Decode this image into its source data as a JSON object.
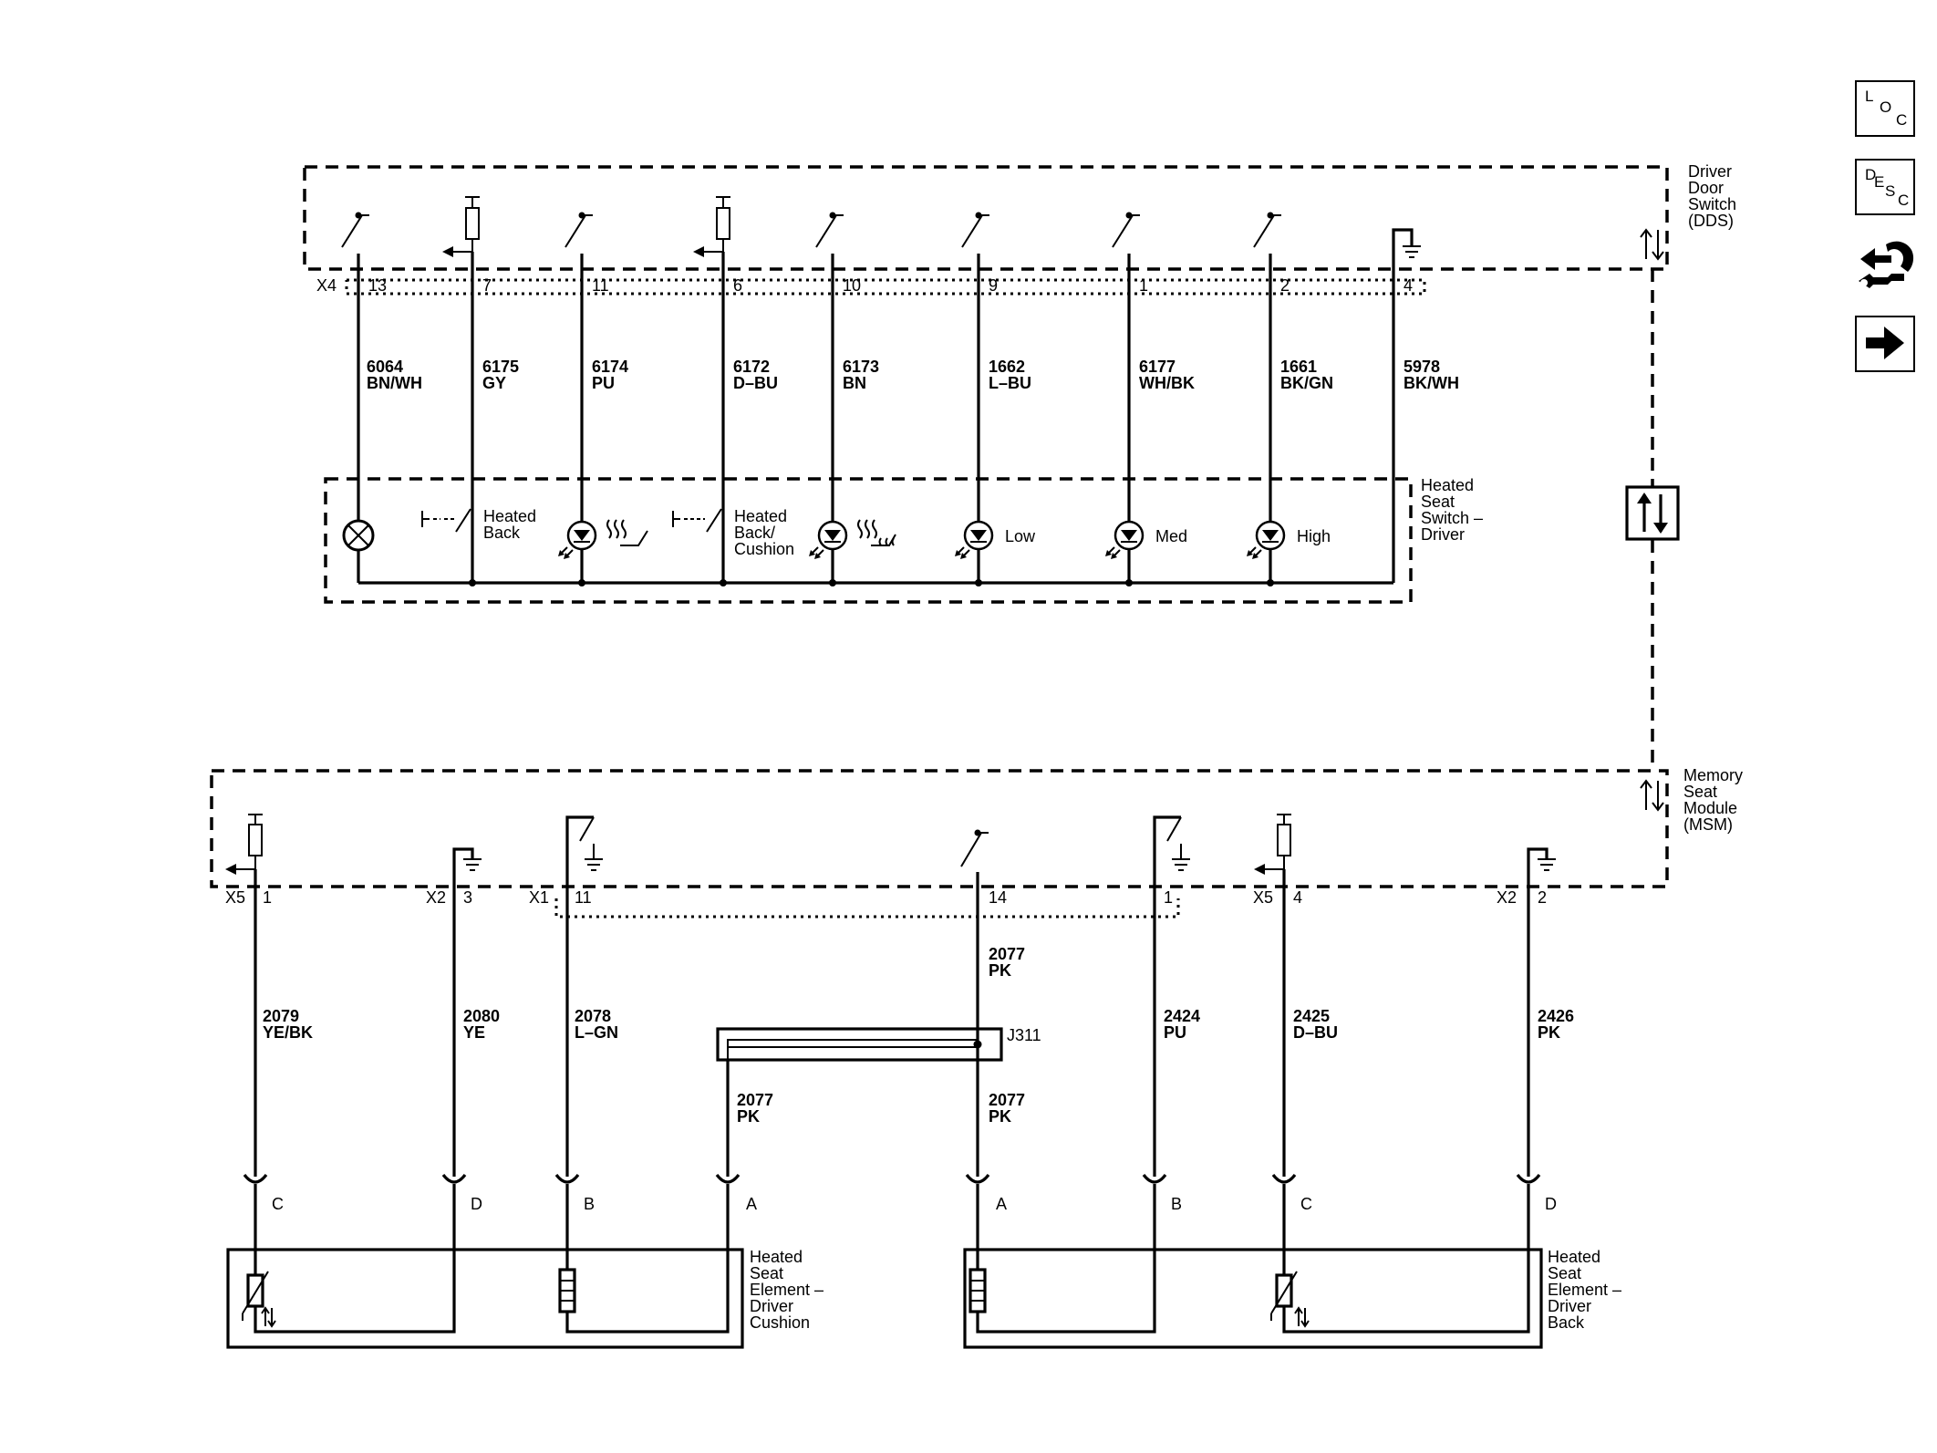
{
  "components": {
    "dds": [
      "Driver",
      "Door",
      "Switch",
      "(DDS)"
    ],
    "hss": [
      "Heated",
      "Seat",
      "Switch –",
      "Driver"
    ],
    "msm": [
      "Memory",
      "Seat",
      "Module",
      "(MSM)"
    ],
    "cushion": [
      "Heated",
      "Seat",
      "Element –",
      "Driver",
      "Cushion"
    ],
    "back": [
      "Heated",
      "Seat",
      "Element –",
      "Driver",
      "Back"
    ]
  },
  "dds_connector": "X4",
  "dds_wires": [
    {
      "pin": "13",
      "circuit": "6064",
      "color": "BN/WH"
    },
    {
      "pin": "7",
      "circuit": "6175",
      "color": "GY"
    },
    {
      "pin": "11",
      "circuit": "6174",
      "color": "PU"
    },
    {
      "pin": "6",
      "circuit": "6172",
      "color": "D–BU"
    },
    {
      "pin": "10",
      "circuit": "6173",
      "color": "BN"
    },
    {
      "pin": "9",
      "circuit": "1662",
      "color": "L–BU"
    },
    {
      "pin": "1",
      "circuit": "6177",
      "color": "WH/BK"
    },
    {
      "pin": "2",
      "circuit": "1661",
      "color": "BK/GN"
    },
    {
      "pin": "4",
      "circuit": "5978",
      "color": "BK/WH"
    }
  ],
  "switch_labels": {
    "back": [
      "Heated",
      "Back"
    ],
    "back_cushion": [
      "Heated",
      "Back/",
      "Cushion"
    ],
    "low": "Low",
    "med": "Med",
    "high": "High"
  },
  "msm_wires": [
    {
      "connector": "X5",
      "pin": "1",
      "circuit": "2079",
      "color": "YE/BK",
      "cavity": "C"
    },
    {
      "connector": "X2",
      "pin": "3",
      "circuit": "2080",
      "color": "YE",
      "cavity": "D"
    },
    {
      "connector": "X1",
      "pin": "11",
      "circuit": "2078",
      "color": "L–GN",
      "cavity": "B"
    },
    {
      "connector": "",
      "pin": "14",
      "circuit": "2077",
      "color": "PK",
      "cavity": "A"
    },
    {
      "connector": "",
      "pin": "1",
      "circuit": "2424",
      "color": "PU",
      "cavity": "B"
    },
    {
      "connector": "X5",
      "pin": "4",
      "circuit": "2425",
      "color": "D–BU",
      "cavity": "C"
    },
    {
      "connector": "X2",
      "pin": "2",
      "circuit": "2426",
      "color": "PK",
      "cavity": "D"
    }
  ],
  "splice": {
    "name": "J311",
    "branch_circuit": "2077",
    "branch_color": "PK",
    "out_circuit": "2077",
    "out_color": "PK",
    "cavity": "A"
  },
  "side_buttons": {
    "loc": [
      "L",
      "O",
      "C"
    ],
    "desc": [
      "D",
      "E",
      "S",
      "C"
    ],
    "tool_icon": "component-view-icon",
    "next_icon": "arrow-right-icon"
  }
}
